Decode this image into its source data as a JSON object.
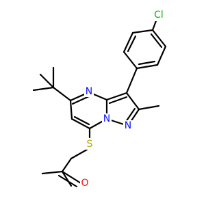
{
  "structure": {
    "atoms": {
      "chlorine": {
        "symbol": "Cl",
        "color": "#19b219"
      },
      "pyrimidine_nitrogen": {
        "symbol": "N",
        "color": "#0a10ff"
      },
      "bridgehead_nitrogen": {
        "symbol": "N",
        "color": "#0a10ff"
      },
      "pyrazole_nitrogen": {
        "symbol": "N",
        "color": "#0a10ff"
      },
      "sulfur": {
        "symbol": "S",
        "color": "#b2a400"
      },
      "oxygen": {
        "symbol": "O",
        "color": "#ff1010"
      }
    },
    "bond_color": "#000000",
    "background": "#ffffff"
  }
}
